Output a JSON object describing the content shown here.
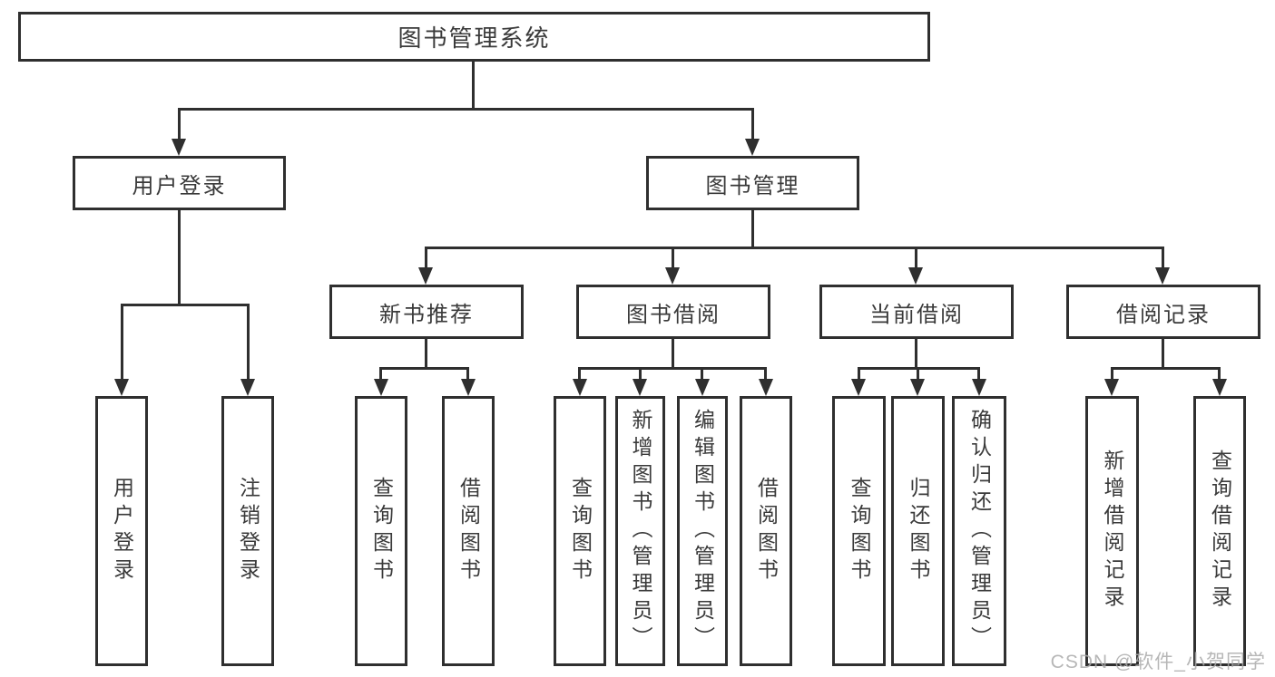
{
  "diagram": {
    "root": {
      "label": "图书管理系统"
    },
    "level2": [
      {
        "label": "用户登录"
      },
      {
        "label": "图书管理"
      }
    ],
    "level3": [
      {
        "label": "新书推荐"
      },
      {
        "label": "图书借阅"
      },
      {
        "label": "当前借阅"
      },
      {
        "label": "借阅记录"
      }
    ],
    "leaves": {
      "user_login": [
        "用户登录",
        "注销登录"
      ],
      "new_books": [
        "查询图书",
        "借阅图书"
      ],
      "book_borrow": [
        "查询图书",
        "新增图书（管理员）",
        "编辑图书（管理员）",
        "借阅图书"
      ],
      "current_borrow": [
        "查询图书",
        "归还图书",
        "确认归还（管理员）"
      ],
      "borrow_records": [
        "新增借阅记录",
        "查询借阅记录"
      ]
    },
    "colors": {
      "line": "#2f2f2f",
      "text": "#3a3a3a",
      "background": "#ffffff",
      "watermark": "#aaaaaa"
    }
  },
  "watermark": {
    "text": "CSDN @软件_小贺同学"
  }
}
